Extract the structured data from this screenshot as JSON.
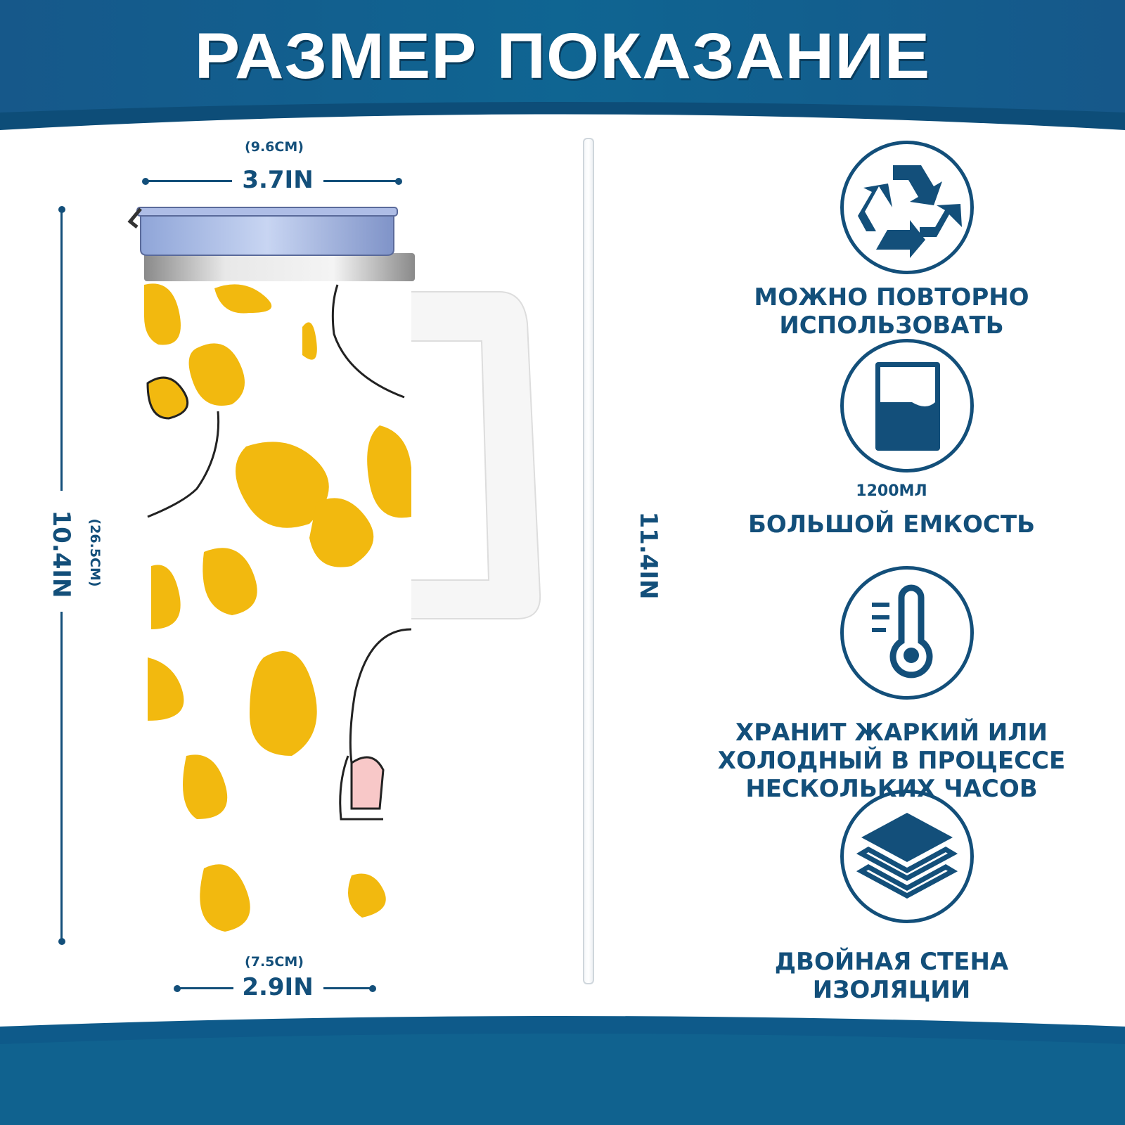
{
  "title": "РАЗМЕР ПОКАЗАНИЕ",
  "dimensions": {
    "top_cm": "(9.6CM)",
    "top_in": "3.7IN",
    "height_in": "10.4IN",
    "height_cm": "(26.5CM)",
    "bottom_cm": "(7.5CM)",
    "bottom_in": "2.9IN",
    "straw_in": "11.4IN"
  },
  "features": [
    {
      "icon": "recycle-icon",
      "lines": [
        "МОЖНО ПОВТОРНО",
        "ИСПОЛЬЗОВАТЬ"
      ]
    },
    {
      "icon": "cup-capacity-icon",
      "capacity": "1200МЛ",
      "lines": [
        "БОЛЬШОЙ ЕМКОСТЬ"
      ]
    },
    {
      "icon": "thermometer-icon",
      "lines": [
        "ХРАНИТ ЖАРКИЙ ИЛИ",
        "ХОЛОДНЫЙ В ПРОЦЕССЕ",
        "НЕСКОЛЬКИХ ЧАСОВ"
      ]
    },
    {
      "icon": "layers-icon",
      "lines": [
        "ДВОЙНАЯ СТЕНА",
        "ИЗОЛЯЦИИ"
      ]
    }
  ],
  "colors": {
    "brand": "#134f7a",
    "header": "#0f5f8f",
    "pattern": "#f2b90f"
  }
}
